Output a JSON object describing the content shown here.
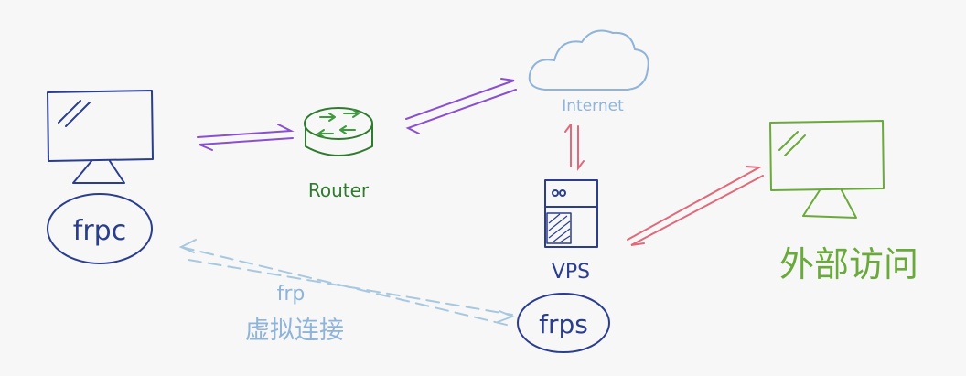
{
  "colors": {
    "background": "#f7f7f7",
    "client": "#2a3d8f",
    "router": "#2f7a2f",
    "router_fill": "#8fd18f",
    "internet": "#8fb4d9",
    "internet_link": "#8a4fd0",
    "vps_link": "#e06a7a",
    "external": "#6aaa3a",
    "tunnel": "#a8c8e0"
  },
  "nodes": {
    "client": {
      "label": "frpc",
      "icon": "monitor-icon"
    },
    "router": {
      "label": "Router",
      "icon": "router-icon"
    },
    "internet": {
      "label": "Internet",
      "icon": "cloud-icon"
    },
    "vps": {
      "label": "VPS",
      "icon": "server-icon"
    },
    "server": {
      "label": "frps"
    },
    "external": {
      "label": "外部访问",
      "icon": "monitor-icon"
    }
  },
  "links": {
    "tunnel": {
      "line1": "frp",
      "line2": "虚拟连接"
    }
  }
}
